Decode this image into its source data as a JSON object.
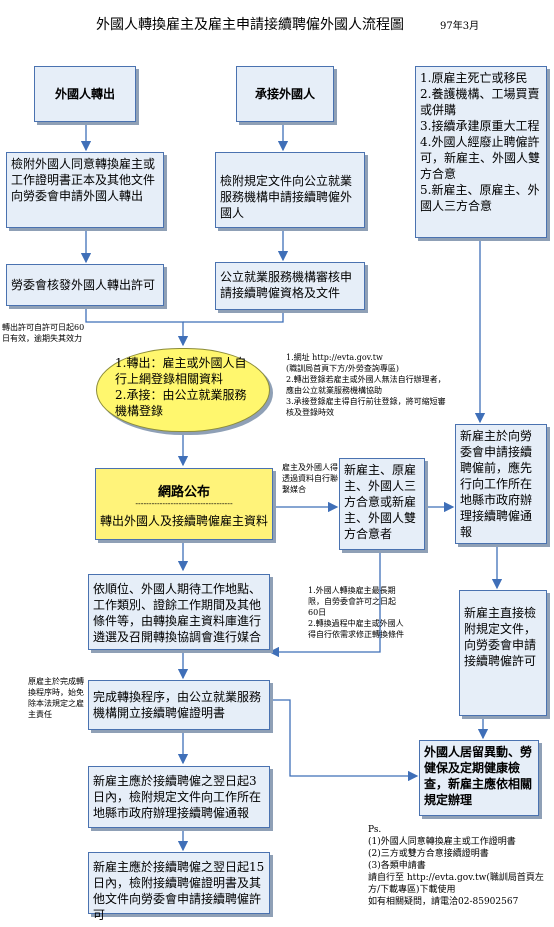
{
  "title": "外國人轉換雇主及雇主申請接續聘僱外國人流程圖",
  "date": "97年3月",
  "left_header": "外國人轉出",
  "mid_header": "承接外國人",
  "left_step1": "檢附外國人同意轉換雇主或工作證明書正本及其他文件向勞委會申請外國人轉出",
  "mid_step1": "檢附規定文件向公立就業服務機構申請接續聘僱外國人",
  "left_step2": "勞委會核發外國人轉出許可",
  "mid_step2": "公立就業服務機構審核申請接續聘僱資格及文件",
  "permit_note": "轉出許可自許可日起60日有效，逾期失其效力",
  "oval_line1": "1.轉出：雇主或外國人自行上網登錄相關資料",
  "oval_line2": "2.承接：由公立就業服務機構登錄",
  "web_notes": [
    "1.網址 http://evta.gov.tw",
    "(職訓局首頁下方/外勞查詢專區)",
    "2.轉出登錄若雇主或外國人無法自行辦理者，應由公立就業服務機構協助",
    "3.承接登錄雇主得自行前往登錄，將可縮短審核及登錄時效"
  ],
  "web_publish_title": "網路公布",
  "web_publish_dashes": "------------------------------------",
  "web_publish_sub": "轉出外國人及接續聘僱雇主資料",
  "self_match_note": "雇主及外國人得透過資料自行聯繫媒合",
  "three_party_box": "新雇主、原雇主、外國人三方合意或新雇主、外國人雙方合意者",
  "matching_box": "依順位、外國人期待工作地點、工作類別、證餘工作期間及其他條件等，由轉換雇主資料庫進行遴選及召開轉換協調會進行媒合",
  "matching_notes": [
    "1.外國人轉換雇主最長期限，自勞委會許可之日起60日",
    "2.轉換過程中雇主或外國人得自行依需求修正轉換條件"
  ],
  "orig_employer_note": "原雇主於完成轉換程序時，始免除本法規定之雇主責任",
  "complete_box": "完成轉換程序，由公立就業服務機構開立接續聘僱證明書",
  "notify_box": "新雇主應於接續聘僱之翌日起3日內，檢附規定文件向工作所在地縣市政府辦理接續聘僱通報",
  "permit_box": "新雇主應於接續聘僱之翌日起15日內，檢附接續聘僱證明書及其他文件向勞委會申請接續聘僱許可",
  "right_list": [
    "1.原雇主死亡或移民",
    "2.養護機構、工場買賣或併購",
    "3.接續承建原重大工程",
    "4.外國人經廢止聘僱許可，新雇主、外國人雙方合意",
    "5.新雇主、原雇主、外國人三方合意"
  ],
  "right_notify": "新雇主於向勞委會申請接續聘僱前，應先行向工作所在地縣市政府辦理接續聘僱通報",
  "right_direct": "新雇主直接檢附規定文件，向勞委會申請接續聘僱許可",
  "residence_box": "外國人居留異動、勞健保及定期健康檢查，新雇主應依相關規定辦理",
  "ps_title": "Ps.",
  "ps_lines": [
    "(1)外國人同意轉換雇主或工作證明書",
    "(2)三方或雙方合意接續證明書",
    "(3)各類申請書",
    "請自行至 http://evta.gov.tw(職訓局首頁左方/下載專區)下載使用",
    "如有相關疑問，請電洽02-85902567"
  ],
  "colors": {
    "box_fill": "#e6eef8",
    "box_border": "#4a72b0",
    "arrow": "#3f6fb8",
    "oval_fill": "#fff76e",
    "publish_fill": "#fff37a"
  }
}
